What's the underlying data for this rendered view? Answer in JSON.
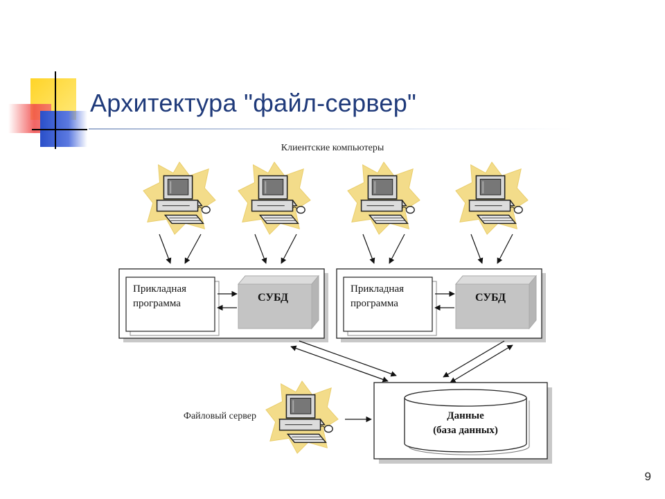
{
  "slide": {
    "title": "Архитектура \"файл-сервер\"",
    "page_number": "9"
  },
  "diagram": {
    "clients_label": "Клиентские компьютеры",
    "client_count": 4,
    "client_node_groups": [
      {
        "app_line1": "Прикладная",
        "app_line2": "программа",
        "dbms_label": "СУБД"
      },
      {
        "app_line1": "Прикладная",
        "app_line2": "программа",
        "dbms_label": "СУБД"
      }
    ],
    "file_server_label": "Файловый сервер",
    "data_store": {
      "line1": "Данные",
      "line2": "(база данных)"
    }
  }
}
